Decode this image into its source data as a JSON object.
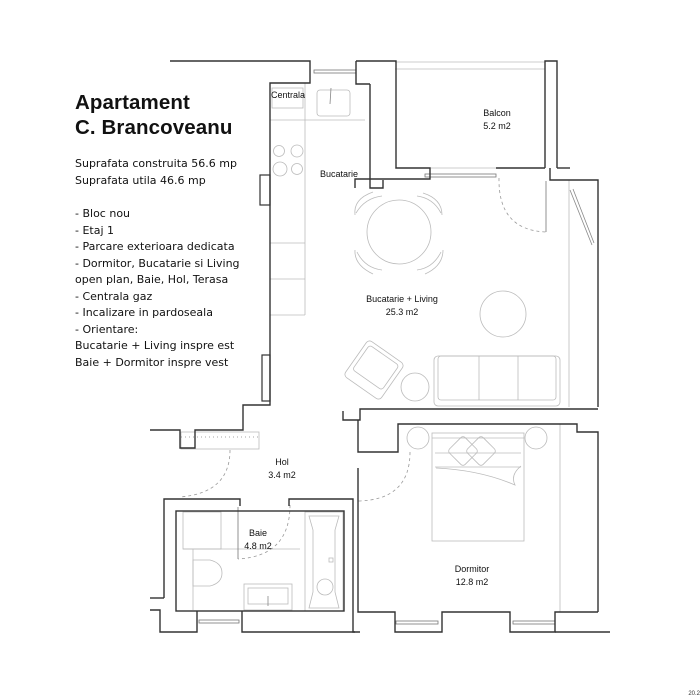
{
  "info": {
    "title_line1": "Apartament",
    "title_line2": "C. Brancoveanu",
    "area_built": "Suprafata construita 56.6 mp",
    "area_usable": "Suprafata utila 46.6 mp",
    "features": [
      "- Bloc nou",
      "- Etaj 1",
      "- Parcare exterioara dedicata",
      "- Dormitor, Bucatarie si Living",
      "open plan, Baie, Hol, Terasa",
      "- Centrala gaz",
      "- Incalizare in pardoseala",
      "- Orientare:",
      "Bucatarie + Living inspre est",
      "Baie + Dormitor inspre vest"
    ]
  },
  "rooms": {
    "centrala": {
      "name": "Centrala"
    },
    "bucatarie": {
      "name": "Bucatarie"
    },
    "balcon": {
      "name": "Balcon",
      "area": "5.2 m2"
    },
    "living": {
      "name": "Bucatarie + Living",
      "area": "25.3 m2"
    },
    "hol": {
      "name": "Hol",
      "area": "3.4 m2"
    },
    "baie": {
      "name": "Baie",
      "area": "4.8 m2"
    },
    "dormitor": {
      "name": "Dormitor",
      "area": "12.8 m2"
    }
  },
  "page_number": "20.2",
  "colors": {
    "wall": "#333333",
    "furniture": "#bbbbbb",
    "text": "#111111"
  }
}
